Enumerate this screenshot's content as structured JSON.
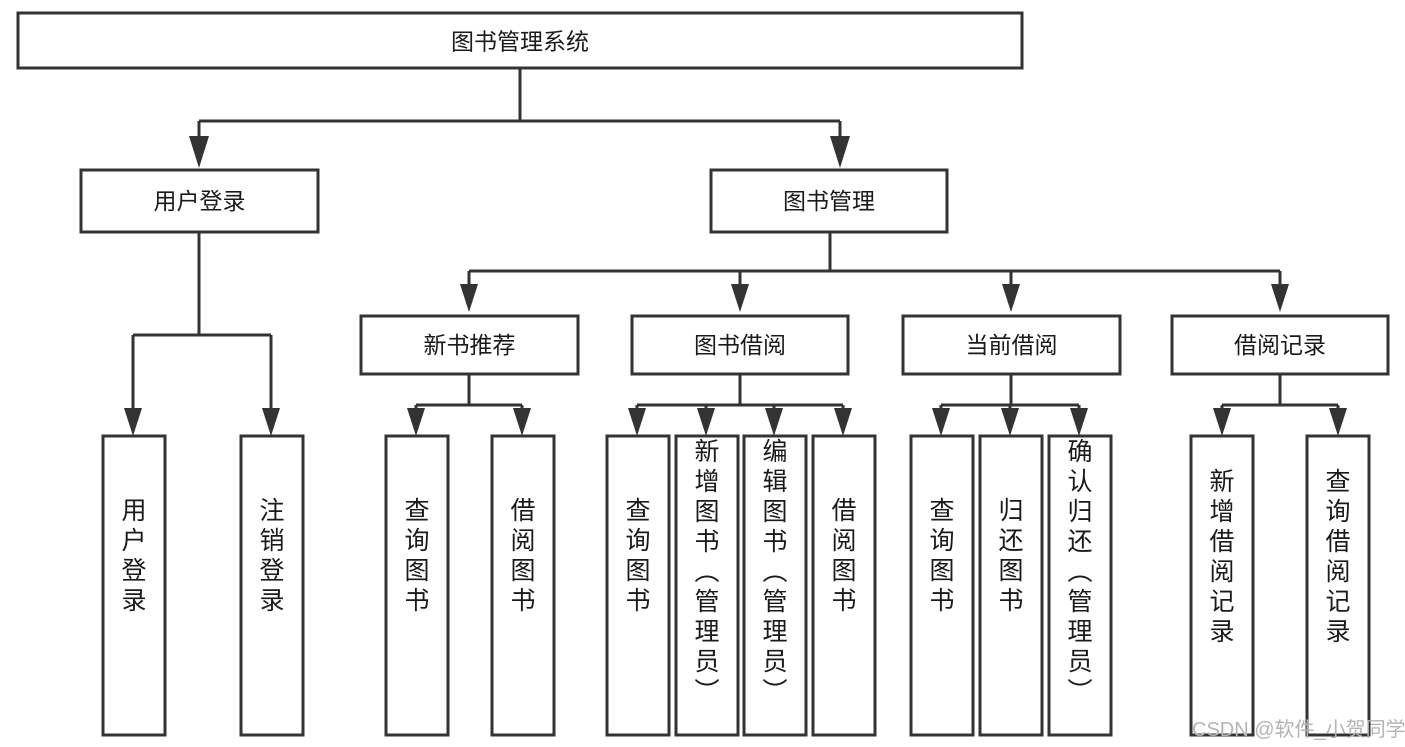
{
  "diagram": {
    "type": "tree-hierarchy",
    "title": "图书管理系统",
    "watermark": "CSDN @软件_小贺同学",
    "accent_color": "#333333",
    "background_color": "#ffffff",
    "levels": {
      "level0": [
        {
          "id": "root",
          "label": "图书管理系统",
          "orientation": "horizontal"
        }
      ],
      "level1": [
        {
          "id": "user-login",
          "label": "用户登录",
          "orientation": "horizontal"
        },
        {
          "id": "book-manage",
          "label": "图书管理",
          "orientation": "horizontal"
        }
      ],
      "level2": [
        {
          "id": "new-book-recommend",
          "label": "新书推荐",
          "orientation": "horizontal"
        },
        {
          "id": "book-borrow",
          "label": "图书借阅",
          "orientation": "horizontal"
        },
        {
          "id": "current-borrow",
          "label": "当前借阅",
          "orientation": "horizontal"
        },
        {
          "id": "borrow-record",
          "label": "借阅记录",
          "orientation": "horizontal"
        }
      ],
      "level3": [
        {
          "id": "leaf-user-login",
          "label": "用户登录",
          "orientation": "vertical",
          "parent": "user-login"
        },
        {
          "id": "leaf-logout-login",
          "label": "注销登录",
          "orientation": "vertical",
          "parent": "user-login"
        },
        {
          "id": "leaf-query-book-1",
          "label": "查询图书",
          "orientation": "vertical",
          "parent": "new-book-recommend"
        },
        {
          "id": "leaf-borrow-book-1",
          "label": "借阅图书",
          "orientation": "vertical",
          "parent": "new-book-recommend"
        },
        {
          "id": "leaf-query-book-2",
          "label": "查询图书",
          "orientation": "vertical",
          "parent": "book-borrow"
        },
        {
          "id": "leaf-add-book",
          "label": "新增图书（管理员）",
          "orientation": "vertical",
          "parent": "book-borrow"
        },
        {
          "id": "leaf-edit-book",
          "label": "编辑图书（管理员）",
          "orientation": "vertical",
          "parent": "book-borrow"
        },
        {
          "id": "leaf-borrow-book-2",
          "label": "借阅图书",
          "orientation": "vertical",
          "parent": "book-borrow"
        },
        {
          "id": "leaf-query-book-3",
          "label": "查询图书",
          "orientation": "vertical",
          "parent": "current-borrow"
        },
        {
          "id": "leaf-return-book",
          "label": "归还图书",
          "orientation": "vertical",
          "parent": "current-borrow"
        },
        {
          "id": "leaf-confirm-return",
          "label": "确认归还（管理员）",
          "orientation": "vertical",
          "parent": "current-borrow"
        },
        {
          "id": "leaf-add-record",
          "label": "新增借阅记录",
          "orientation": "vertical",
          "parent": "borrow-record"
        },
        {
          "id": "leaf-query-record",
          "label": "查询借阅记录",
          "orientation": "vertical",
          "parent": "borrow-record"
        }
      ]
    }
  }
}
